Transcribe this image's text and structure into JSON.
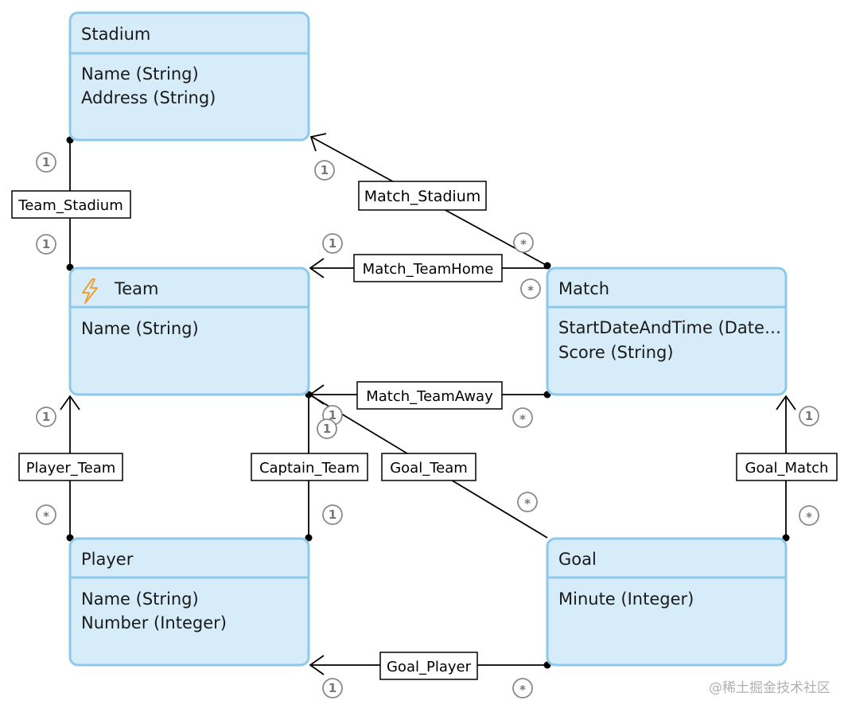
{
  "entities": {
    "stadium": {
      "title": "Stadium",
      "attrs": [
        "Name (String)",
        "Address (String)"
      ]
    },
    "team": {
      "title": "Team",
      "attrs": [
        "Name (String)"
      ]
    },
    "match": {
      "title": "Match",
      "attrs": [
        "StartDateAndTime (Date…",
        "Score (String)"
      ]
    },
    "player": {
      "title": "Player",
      "attrs": [
        "Name (String)",
        "Number (Integer)"
      ]
    },
    "goal": {
      "title": "Goal",
      "attrs": [
        "Minute (Integer)"
      ]
    }
  },
  "relations": {
    "team_stadium": "Team_Stadium",
    "match_stadium": "Match_Stadium",
    "match_teamhome": "Match_TeamHome",
    "match_teamaway": "Match_TeamAway",
    "player_team": "Player_Team",
    "captain_team": "Captain_Team",
    "goal_team": "Goal_Team",
    "goal_match": "Goal_Match",
    "goal_player": "Goal_Player"
  },
  "multiplicity": {
    "one": "1",
    "many": "*"
  },
  "icons": {
    "team": "lightning-icon"
  },
  "colors": {
    "entity_fill": "#d6ecf8",
    "entity_border": "#8ec9ea",
    "lightning": "#f0a030"
  },
  "watermark": "@稀土掘金技术社区"
}
